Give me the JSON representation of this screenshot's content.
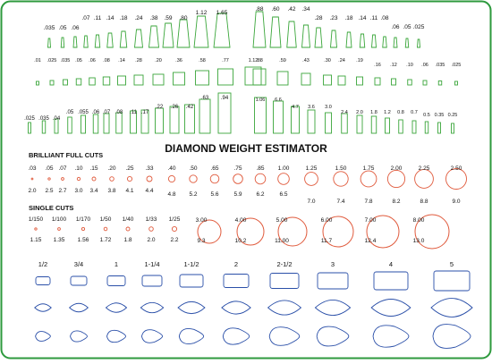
{
  "colors": {
    "border": "#2e9a3e",
    "green_shapes": "#3aa63a",
    "red_shapes": "#e05a3c",
    "blue_shapes": "#2a4fa8",
    "text": "#111111"
  },
  "title": "DIAMOND WEIGHT ESTIMATOR",
  "baguettes": {
    "row1_left": [
      ".035",
      ".05",
      ".06",
      ".07",
      ".11",
      ".14",
      ".18",
      ".24",
      ".38",
      ".59",
      ".80",
      "1.12",
      "1.65"
    ],
    "row1_right": [
      ".88",
      ".60",
      ".42",
      ".34",
      ".28",
      ".23",
      ".18",
      ".14",
      ".11",
      ".08",
      ".06",
      ".05",
      ".025"
    ],
    "row2_left": [
      ".01",
      ".025",
      ".035",
      ".05",
      ".06",
      ".08",
      ".14",
      ".28",
      ".20",
      ".36",
      ".58",
      ".77",
      "1.12"
    ],
    "row2_right": [
      ".88",
      ".59",
      ".43",
      ".30",
      ".24",
      ".19",
      ".16",
      ".12",
      ".10",
      ".06",
      ".035",
      ".025"
    ],
    "row3_left": [
      ".025",
      ".035",
      ".04",
      ".05",
      ".055",
      ".06",
      ".07",
      ".08",
      ".11",
      ".17",
      ".22",
      ".26",
      ".42",
      ".63",
      ".94"
    ],
    "row3_right": [
      "1.06",
      "6.6",
      "4.7",
      "3.6",
      "3.0",
      "2.4",
      "2.0",
      "1.8",
      "1.2",
      "0.8",
      "0.7",
      "0.5",
      "0.35",
      "0.25"
    ]
  },
  "brilliant": {
    "heading": "BRILLIANT FULL CUTS",
    "carats": [
      ".03",
      ".05",
      ".07",
      ".10",
      ".15",
      ".20",
      ".25",
      ".33",
      ".40",
      ".50",
      ".65",
      ".75",
      ".85",
      "1.00",
      "1.25",
      "1.50",
      "1.75",
      "2.00",
      "2.25",
      "2.50"
    ],
    "mm": [
      "2.0",
      "2.5",
      "2.7",
      "3.0",
      "3.4",
      "3.8",
      "4.1",
      "4.4",
      "4.8",
      "5.2",
      "5.6",
      "5.9",
      "6.2",
      "6.5",
      "7.0",
      "7.4",
      "7.8",
      "8.2",
      "8.8",
      "9.0"
    ]
  },
  "single": {
    "heading": "SINGLE CUTS",
    "carats": [
      "1/150",
      "1/100",
      "1/170",
      "1/50",
      "1/40",
      "1/33",
      "1/25"
    ],
    "mm": [
      "1.15",
      "1.35",
      "1.56",
      "1.72",
      "1.8",
      "2.0",
      "2.2"
    ]
  },
  "large_rounds": {
    "carats": [
      "3.00",
      "4.00",
      "5.00",
      "6.00",
      "7.00",
      "8.00"
    ],
    "mm": [
      "9.3",
      "10.2",
      "11.00",
      "11.7",
      "12.4",
      "13.0"
    ]
  },
  "fancy": {
    "sizes": [
      "1/2",
      "3/4",
      "1",
      "1-1/4",
      "1-1/2",
      "2",
      "2-1/2",
      "3",
      "4",
      "5"
    ]
  }
}
